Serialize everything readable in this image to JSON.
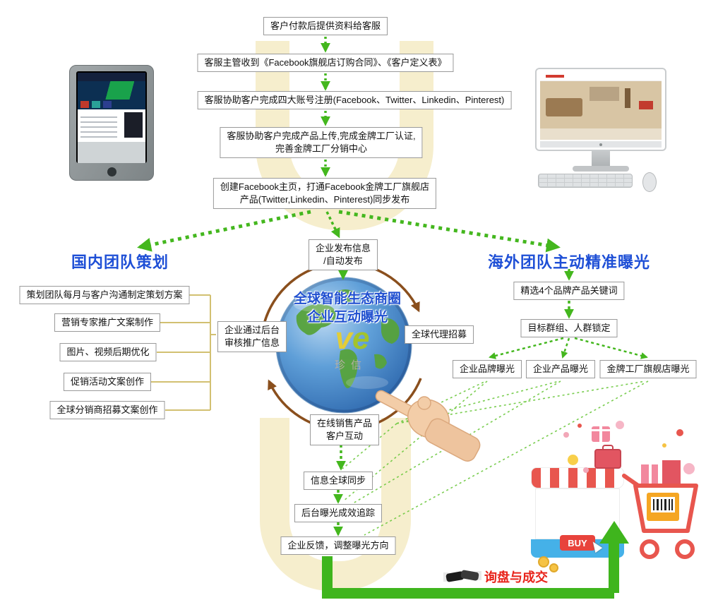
{
  "flow": {
    "step1": "客户付款后提供资料给客服",
    "step2": "客服主管收到《Facebook旗舰店订购合同》、《客户定义表》",
    "step3": "客服协助客户完成四大账号注册(Facebook、Twitter、Linkedin、Pinterest)",
    "step4": {
      "line1": "客服协助客户完成产品上传,完成金牌工厂认证,",
      "line2": "完善金牌工厂分销中心"
    },
    "step5": {
      "line1": "创建Facebook主页，打通Facebook金牌工厂旗舰店",
      "line2": "产品(Twitter,Linkedin、Pinterest)同步发布"
    }
  },
  "domestic": {
    "title": "国内团队策划",
    "items": [
      "策划团队每月与客户沟通制定策划方案",
      "营销专家推广文案制作",
      "图片、视频后期优化",
      "促销活动文案创作",
      "全球分销商招募文案创作"
    ]
  },
  "overseas": {
    "title": "海外团队主动精准曝光",
    "step1": "精选4个品牌产品关键词",
    "step2": "目标群组、人群锁定",
    "outcomes": [
      "企业品牌曝光",
      "企业产品曝光",
      "金牌工厂旗舰店曝光"
    ]
  },
  "hub": {
    "publish": {
      "line1": "企业发布信息",
      "line2": "/自动发布"
    },
    "title": {
      "line1": "全球智能生态商圈",
      "line2": "企业互动曝光"
    },
    "review": {
      "line1": "企业通过后台",
      "line2": "审核推广信息"
    },
    "agents": "全球代理招募",
    "sales": {
      "line1": "在线销售产品",
      "line2": "客户互动"
    },
    "logo": {
      "mark": "ve",
      "name": "珍信"
    }
  },
  "tracking": {
    "steps": [
      "信息全球同步",
      "后台曝光成效追踪",
      "企业反馈，调整曝光方向"
    ],
    "result": "询盘与成交",
    "buy_label": "BUY"
  },
  "colors": {
    "arrow_green": "#44b71e",
    "solid_green": "#3fb51d",
    "title_blue": "#1e4fd6",
    "result_red": "#e8231a",
    "box_border": "#9a9a9a",
    "watermark": "#f6eecd",
    "orbit_brown": "#8a4f1d",
    "connector_yellow": "#d2c071"
  }
}
